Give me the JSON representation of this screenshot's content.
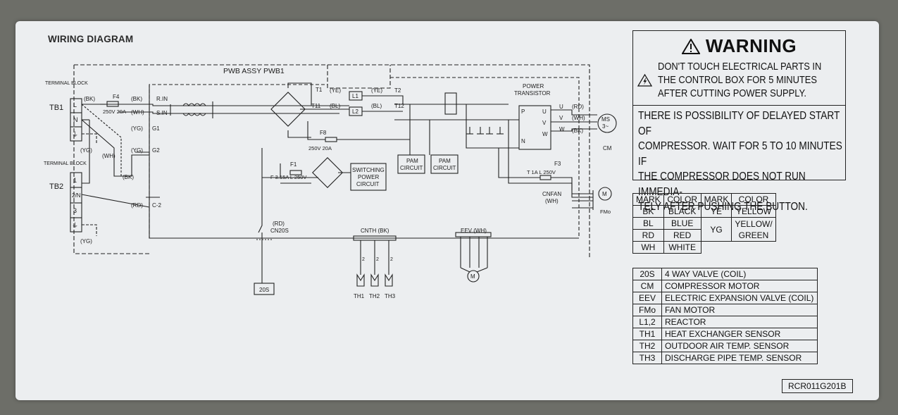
{
  "diagram_title": "WIRING DIAGRAM",
  "board_label": "PWB ASSY  PWB1",
  "terminal_block_1": {
    "label": "TERMINAL BLOCK",
    "name": "TB1",
    "terminals": [
      "L",
      "N",
      "⏚"
    ]
  },
  "terminal_block_2": {
    "label": "TERMINAL BLOCK",
    "name": "TB2",
    "terminals": [
      "1",
      "2/N",
      "3",
      "⏚"
    ]
  },
  "wire_labels": {
    "bk1": "(BK)",
    "bk2": "(BK)",
    "wh1": "(WH)",
    "wh2": "(WH)",
    "yg1": "(YG)",
    "yg2": "(YG)",
    "yg3": "(YG)",
    "yg4": "(YG)",
    "ye1": "(YE)",
    "ye2": "(YE)",
    "bl1": "(BL)",
    "bl2": "(BL)",
    "wh3": "(WH)",
    "bk3": "(BK)",
    "rd1": "(RD)",
    "rd2": "(RD)",
    "rd3": "(RD)",
    "wh_fan": "(WH)"
  },
  "connectors": {
    "rin": "R.IN",
    "sin": "S.IN",
    "g1": "G1",
    "g2": "G2",
    "c2": "C-2",
    "t1": "T1",
    "t11": "T11",
    "t2": "T2",
    "t12": "T12",
    "cn20s": "CN20S",
    "cnth": "CNTH (BK)",
    "cnfan": "CNFAN",
    "eev": "EEV (WH)"
  },
  "fuses": {
    "f4": "F4",
    "f4_rating": "250V 20A",
    "f8": "F8",
    "f8_rating": "250V 20A",
    "f1": "F1",
    "f1_rating": "F 3.15A L 250V",
    "f3": "F3",
    "f3_rating": "T 1A L 250V"
  },
  "components": {
    "l1": "L1",
    "l2": "L2",
    "switching": [
      "SWITCHING",
      "POWER",
      "CIRCUIT"
    ],
    "pam1": [
      "PAM",
      "CIRCUIT"
    ],
    "pam2": [
      "PAM",
      "CIRCUIT"
    ],
    "power_transistor": [
      "POWER",
      "TRANSISTOR"
    ],
    "pt_p": "P",
    "pt_n": "N",
    "pt_u": "U",
    "pt_v": "V",
    "pt_w": "W",
    "out_u": "U",
    "out_v": "V",
    "out_w": "W",
    "ms": "MS",
    "ms_sub": "3~",
    "cm": "CM",
    "fan_motor": "M",
    "fmo": "FMo",
    "s20": "20S",
    "th1": "TH1",
    "th2": "TH2",
    "th3": "TH3",
    "th_pin": "2",
    "eev_motor": "M"
  },
  "warning": {
    "title": "WARNING",
    "message1": [
      "DON'T TOUCH ELECTRICAL PARTS IN",
      "THE CONTROL BOX FOR 5 MINUTES",
      "AFTER CUTTING POWER SUPPLY."
    ],
    "message2": [
      "THERE IS POSSIBILITY OF DELAYED START OF",
      "COMPRESSOR. WAIT FOR 5 TO 10 MINUTES IF",
      "THE COMPRESSOR DOES NOT RUN IMMEDIA-",
      "TELY AFTER PUSHING THE BUTTON."
    ]
  },
  "color_table": {
    "headers": [
      "MARK",
      "COLOR",
      "MARK",
      "COLOR"
    ],
    "rows": [
      [
        "BK",
        "BLACK",
        "YE",
        "YELLOW"
      ],
      [
        "BL",
        "BLUE",
        "YG",
        "YELLOW/"
      ],
      [
        "RD",
        "RED",
        "",
        "GREEN"
      ],
      [
        "WH",
        "WHITE"
      ]
    ]
  },
  "legend": [
    {
      "code": "20S",
      "desc": "4 WAY VALVE (COIL)"
    },
    {
      "code": "CM",
      "desc": "COMPRESSOR MOTOR"
    },
    {
      "code": "EEV",
      "desc": "ELECTRIC EXPANSION VALVE (COIL)"
    },
    {
      "code": "FMo",
      "desc": "FAN MOTOR"
    },
    {
      "code": "L1,2",
      "desc": "REACTOR"
    },
    {
      "code": "TH1",
      "desc": "HEAT EXCHANGER SENSOR"
    },
    {
      "code": "TH2",
      "desc": "OUTDOOR AIR TEMP. SENSOR"
    },
    {
      "code": "TH3",
      "desc": "DISCHARGE PIPE TEMP. SENSOR"
    }
  ],
  "part_code": "RCR011G201B"
}
